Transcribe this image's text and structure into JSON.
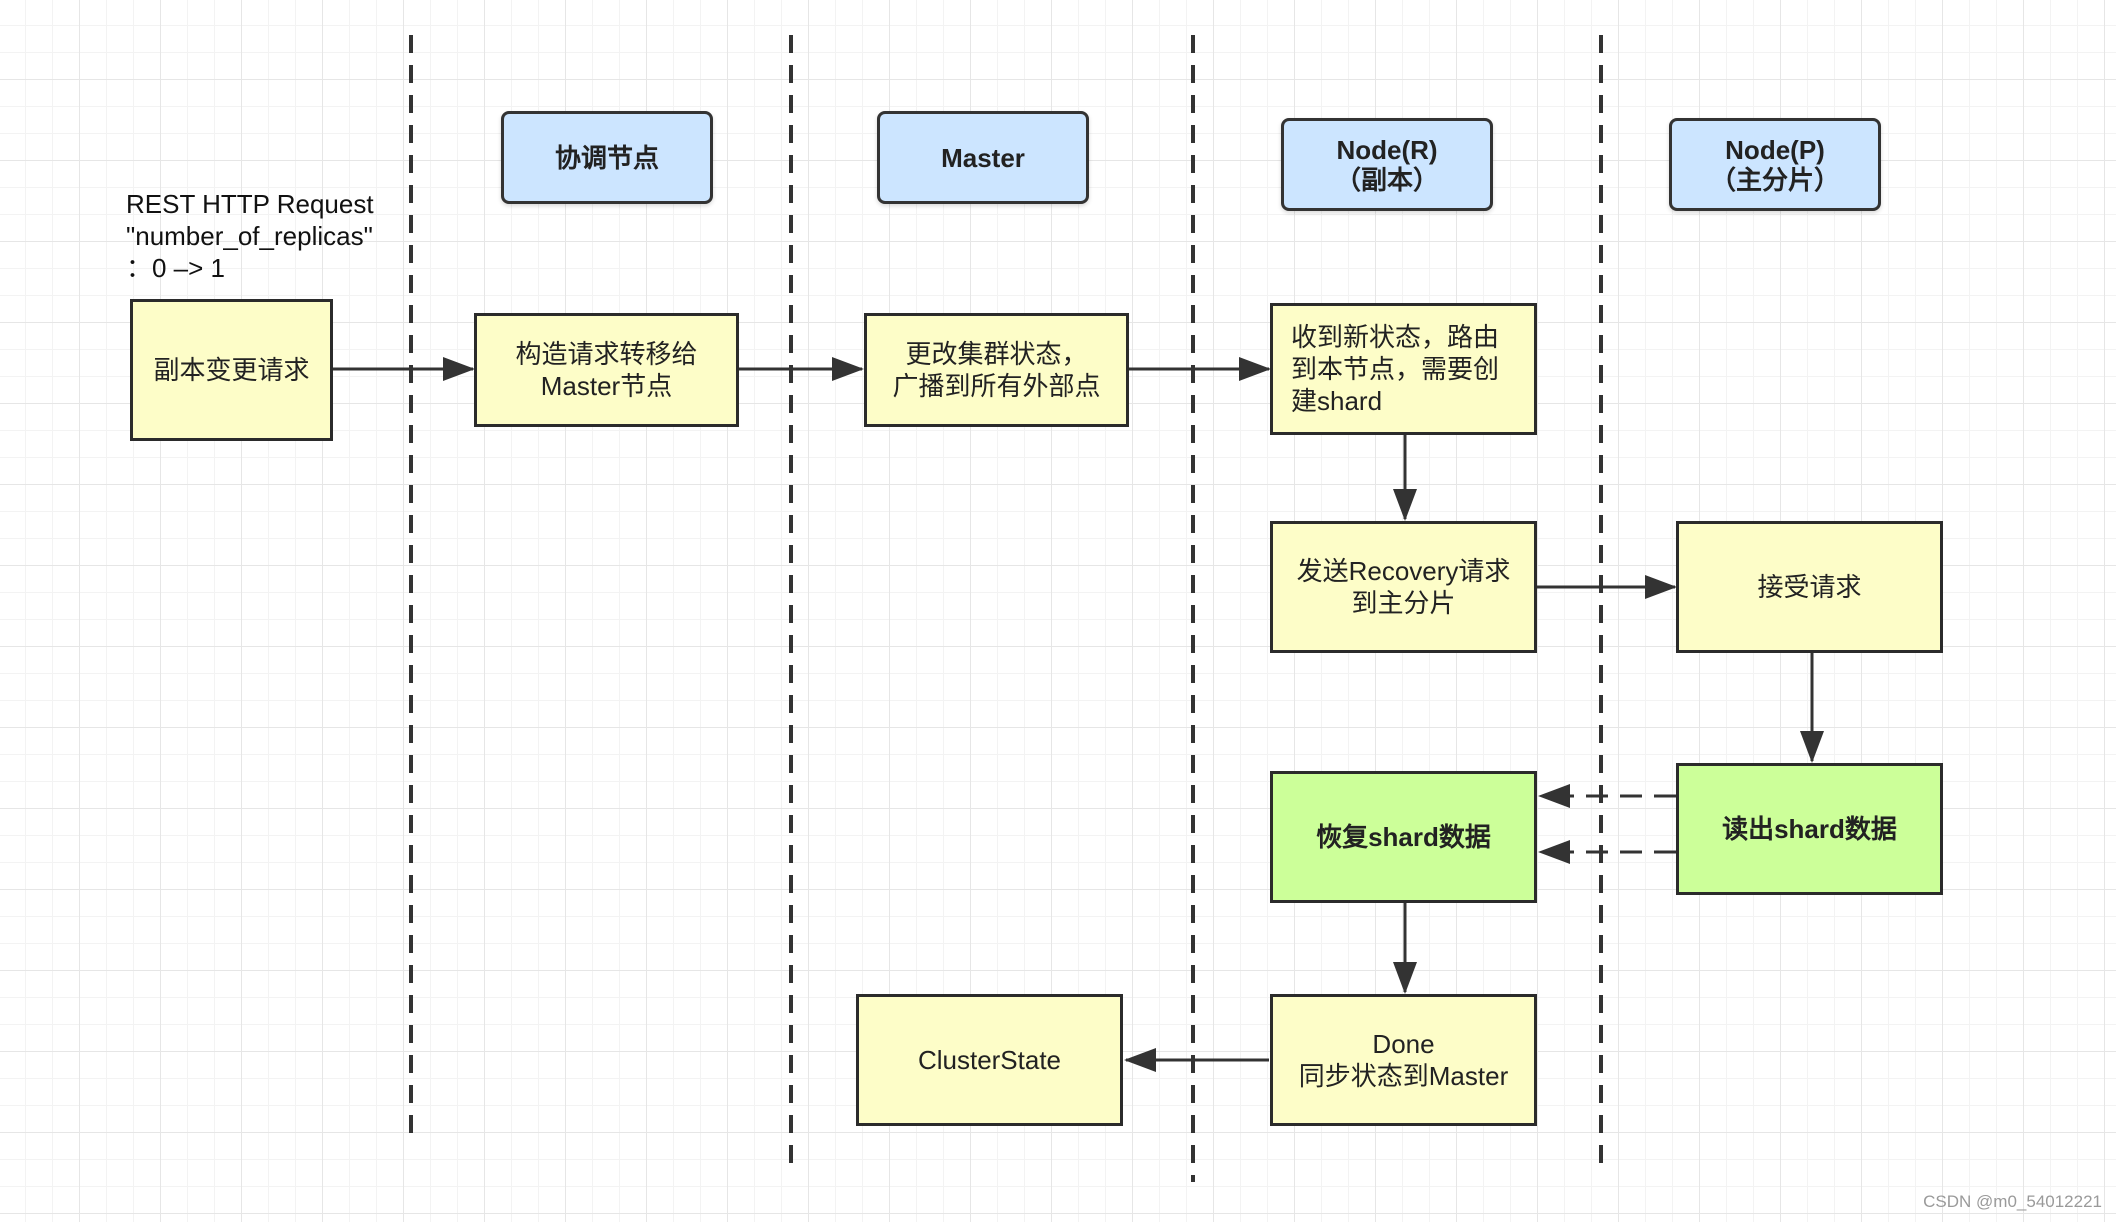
{
  "lanes": [
    {
      "title": "协调节点"
    },
    {
      "title": "Master"
    },
    {
      "title": "Node(R)\n（副本）"
    },
    {
      "title": "Node(P)\n（主分片）"
    }
  ],
  "request_note": "REST HTTP Request\n\"number_of_replicas\"\n：0 –> 1",
  "steps": {
    "replica_change_request": "副本变更请求",
    "forward_to_master": "构造请求转移给\nMaster节点",
    "update_cluster_state": "更改集群状态，\n广播到所有外部点",
    "receive_new_state": "收到新状态，路由\n到本节点，需要创\n建shard",
    "send_recovery": "发送Recovery请求\n到主分片",
    "accept_request": "接受请求",
    "read_shard_data": "读出shard数据",
    "restore_shard_data": "恢复shard数据",
    "done_sync": "Done\n同步状态到Master",
    "cluster_state": "ClusterState"
  },
  "colors": {
    "header_fill": "#cce5ff",
    "step_fill": "#fdfdc8",
    "data_step_fill": "#ccff99",
    "line": "#333333"
  },
  "watermark": "CSDN @m0_54012221"
}
